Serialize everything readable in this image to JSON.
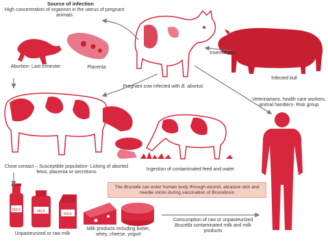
{
  "labels": {
    "source_title": "Source of infection",
    "source_desc": "High concentration of organism in the uterus of pregnant animals",
    "abortion": "Abortion- Last trimester",
    "placenta": "Placenta",
    "insemination": "Insemination",
    "infected_bull": "Infected bull",
    "pregnant_cow_prefix": "Pregnant cow infected with",
    "pregnant_cow_species": "B. abortus",
    "risk_group": "Veterinarians, health care workers, animal handlers- Risk group",
    "close_contact": "Close contact – Susceptible population- Licking of aborted fetus, placenta or secretions",
    "ingestion": "Ingestion of contaminated feed and water",
    "callout_prefix": "The",
    "callout_genus": "Brucella",
    "callout_rest": "can enter human body through wound, abrasive skin and needle sticks during vaccination of Brucellosis",
    "unpasteurized": "Unpasteurized or raw milk",
    "milk_products": "Milk products including butter, whey, cheese, yogurt",
    "consumption_1": "Consumption of raw or unpasteurized",
    "consumption_genus": "Brucella",
    "consumption_2": "contaminated milk and milk products",
    "milk_bottle_text": "MILK",
    "milk_jug_text": "MILK",
    "milk_carton_text": "MILK"
  },
  "colors": {
    "accent": "#d7263d",
    "dark_red": "#c81e32",
    "callout_bg": "#f6cfc4",
    "arrow": "#7a7a7a"
  }
}
